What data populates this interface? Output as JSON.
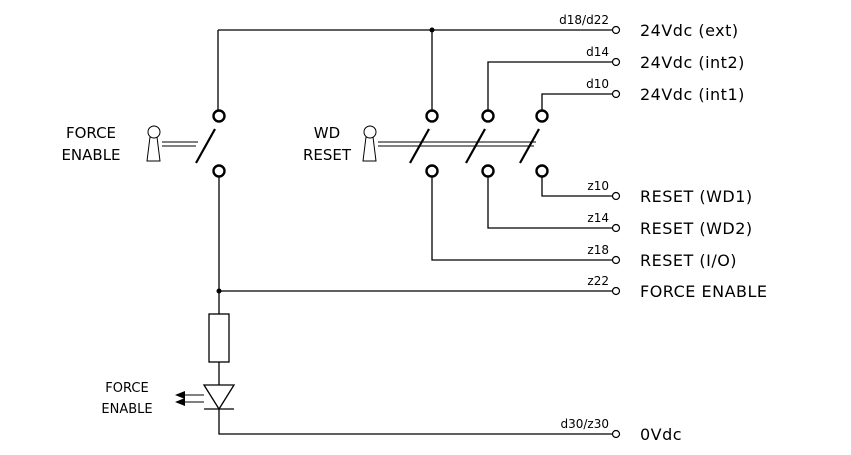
{
  "diagram": {
    "left_key_switch": {
      "line1": "FORCE",
      "line2": "ENABLE"
    },
    "right_key_switch": {
      "line1": "WD",
      "line2": "RESET"
    },
    "led": {
      "line1": "FORCE",
      "line2": "ENABLE"
    },
    "terminals": [
      {
        "pin": "d18/d22",
        "signal": "24Vdc (ext)"
      },
      {
        "pin": "d14",
        "signal": "24Vdc (int2)"
      },
      {
        "pin": "d10",
        "signal": "24Vdc (int1)"
      },
      {
        "pin": "z10",
        "signal": "RESET (WD1)"
      },
      {
        "pin": "z14",
        "signal": "RESET (WD2)"
      },
      {
        "pin": "z18",
        "signal": "RESET (I/O)"
      },
      {
        "pin": "z22",
        "signal": "FORCE ENABLE"
      },
      {
        "pin": "d30/z30",
        "signal": "0Vdc"
      }
    ]
  }
}
